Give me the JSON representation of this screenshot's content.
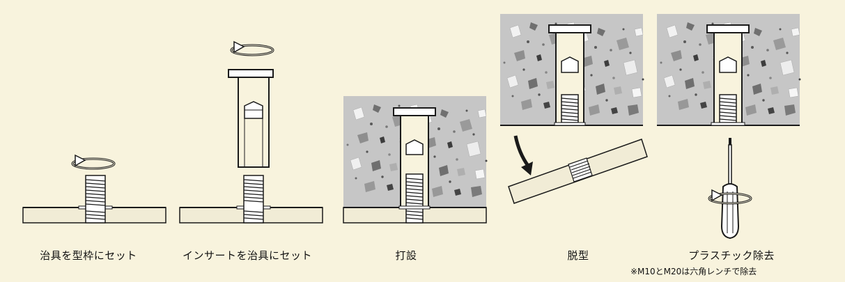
{
  "steps": [
    {
      "label": "治具を型枠にセット"
    },
    {
      "label": "インサートを治具にセット"
    },
    {
      "label": "打設"
    },
    {
      "label": "脱型"
    },
    {
      "label": "プラスチック除去"
    }
  ],
  "note": "※M10とM20は六角レンチで除去",
  "colors": {
    "background": "#f8f3dd",
    "concrete": "#c6c6c6",
    "insert_fill": "#f8f3dd",
    "line": "#1a1a1a"
  },
  "icons": [
    "rotate-arrow-icon",
    "down-arrow-icon",
    "screwdriver-icon"
  ]
}
